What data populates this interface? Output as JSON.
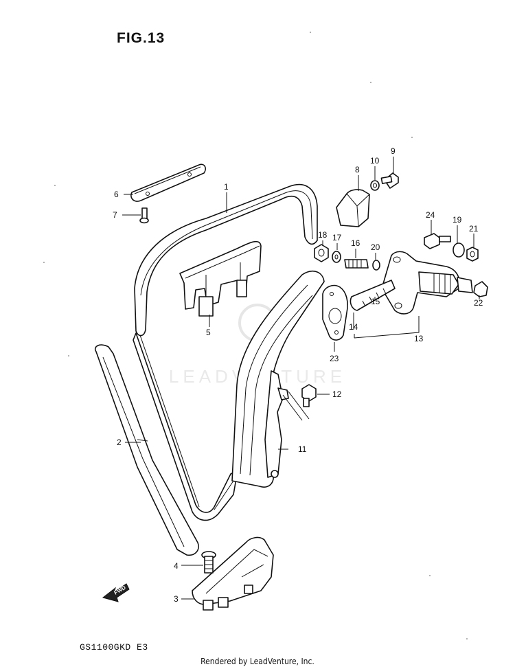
{
  "figure_title": "FIG.13",
  "model_code": "GS1100GKD E3",
  "footer": "Rendered by LeadVenture, Inc.",
  "watermark": "LEADVENTURE",
  "fwd_label": "FWD",
  "callouts": [
    "1",
    "2",
    "3",
    "4",
    "5",
    "6",
    "7",
    "8",
    "9",
    "10",
    "11",
    "12",
    "13",
    "14",
    "15",
    "16",
    "17",
    "18",
    "19",
    "20",
    "21",
    "22",
    "23",
    "24"
  ]
}
